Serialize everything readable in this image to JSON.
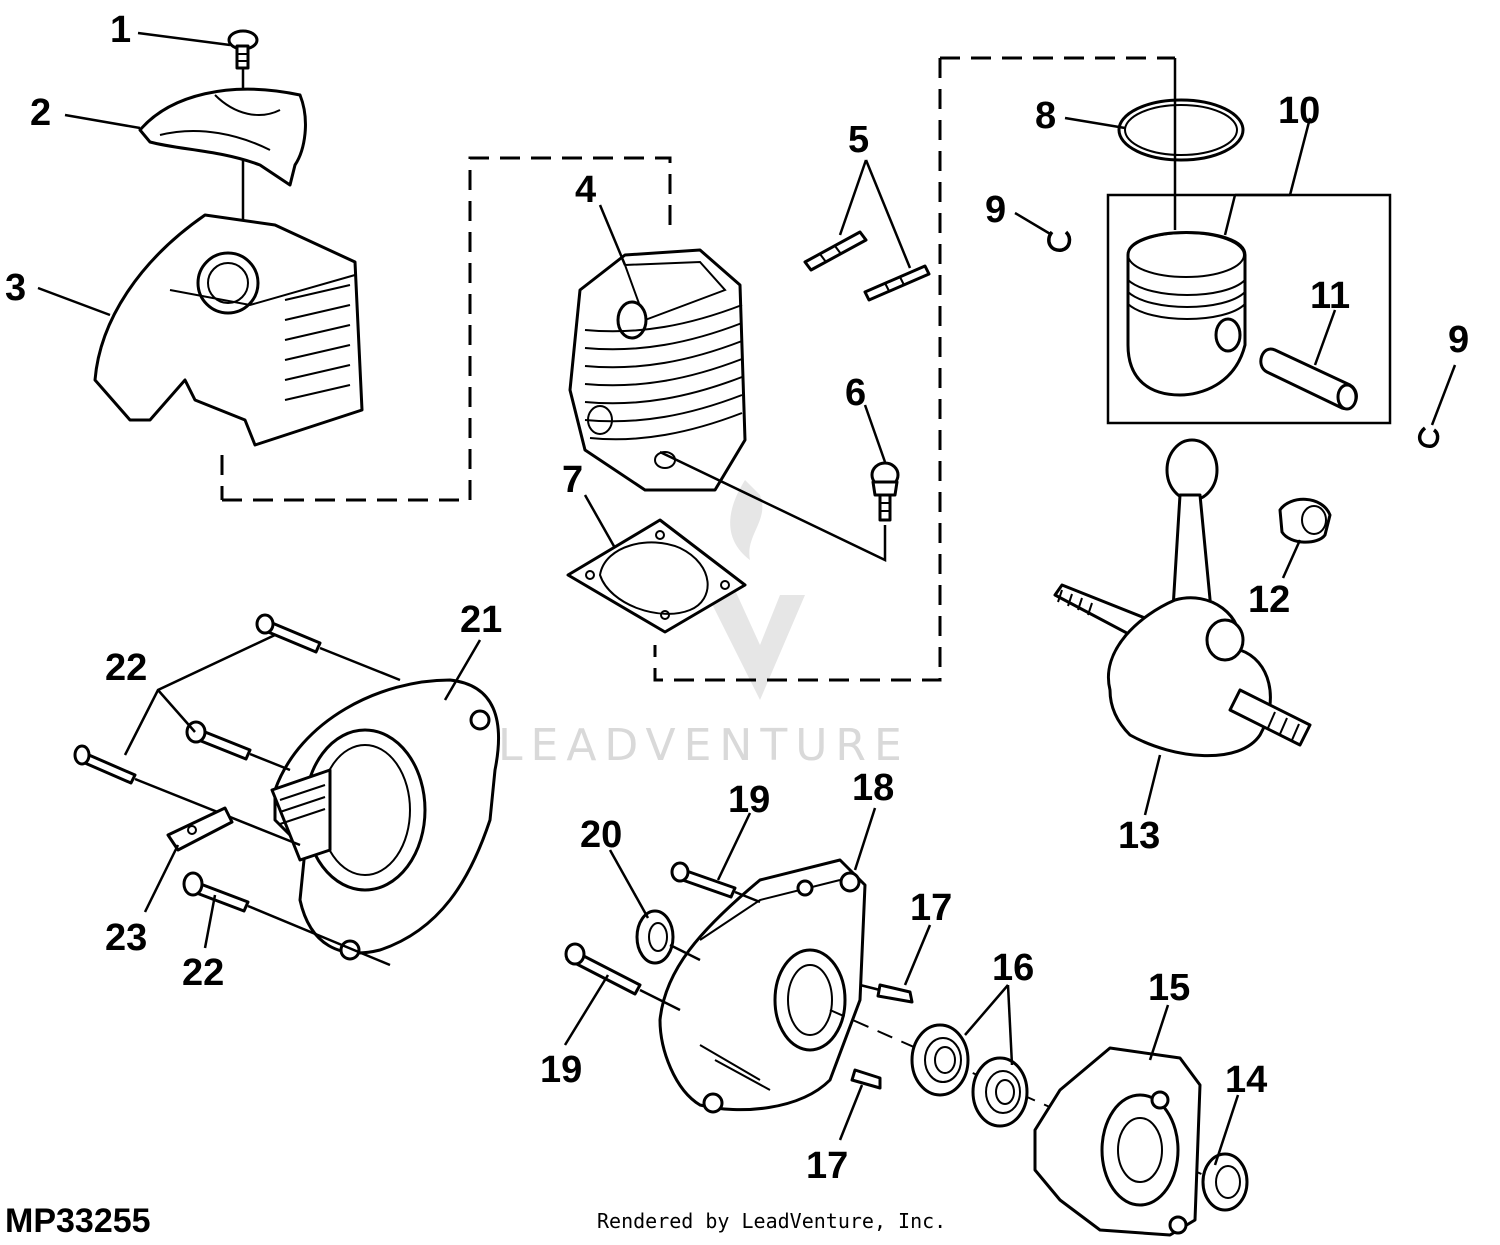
{
  "figure_code": "MP33255",
  "credit": "Rendered by LeadVenture, Inc.",
  "watermark": "LEADVENTURE",
  "callouts": [
    "1",
    "2",
    "3",
    "4",
    "5",
    "6",
    "7",
    "8",
    "9",
    "10",
    "11",
    "9",
    "12",
    "13",
    "14",
    "15",
    "16",
    "17",
    "17",
    "18",
    "19",
    "19",
    "20",
    "21",
    "22",
    "22",
    "23"
  ]
}
